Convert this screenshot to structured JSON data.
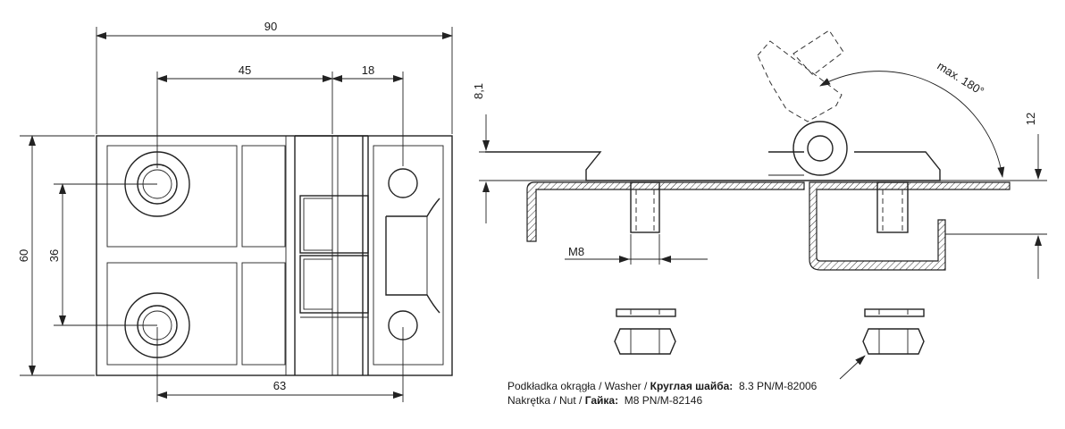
{
  "front_view": {
    "dim_width": "90",
    "dim_hole_spacing": "45",
    "dim_knuckle": "18",
    "dim_height": "60",
    "dim_vertical_spacing": "36",
    "dim_bottom_spacing": "63"
  },
  "side_view": {
    "dim_thickness": "8,1",
    "dim_offset": "12",
    "rotation_label": "max. 180°",
    "thread_label": "M8"
  },
  "notes": {
    "washer_label_pl_en": "Podkładka okrągła / Washer /",
    "washer_label_ru": "Круглая шайба:",
    "washer_spec": "8.3 PN/M-82006",
    "nut_label_pl_en": "Nakrętka / Nut /",
    "nut_label_ru": "Гайка:",
    "nut_spec": "M8 PN/M-82146"
  }
}
